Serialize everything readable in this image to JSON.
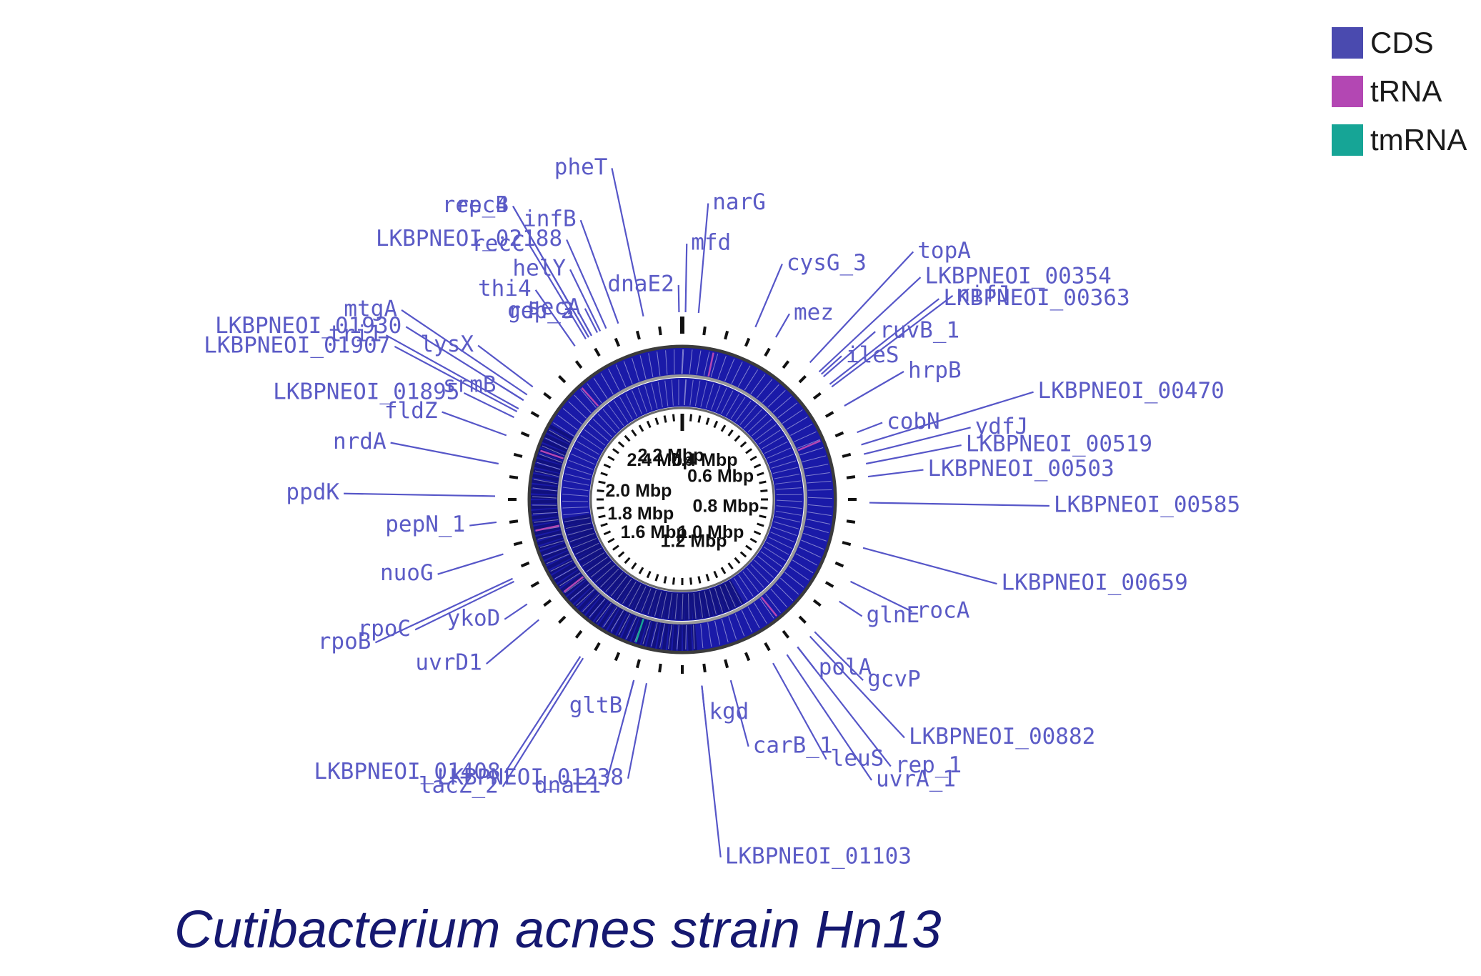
{
  "caption": "Cutibacterium acnes strain Hn13",
  "colors": {
    "cds": "#4a4aaf",
    "trna": "#b347b3",
    "tmrna": "#16a596",
    "ring": "#1a1aa8",
    "ring_dark": "#0b0b5e",
    "label": "#5b5bc6",
    "leader": "#5656c8",
    "caption": "#151870"
  },
  "legend": [
    {
      "name": "CDS",
      "color": "#4a4aaf"
    },
    {
      "name": "tRNA",
      "color": "#b347b3"
    },
    {
      "name": "tmRNA",
      "color": "#16a596"
    }
  ],
  "ticks": {
    "inner_count": 60,
    "inner_major_angle_deg": 0,
    "outer_count": 48,
    "outer_major_angle_deg": 0
  },
  "mbp_labels": [
    {
      "text": "2.4 Mbp",
      "angle_deg": 330
    },
    {
      "text": "2.2 Mbp",
      "angle_deg": 345
    },
    {
      "text": "0.4 Mbp",
      "angle_deg": 30
    },
    {
      "text": "0.6 Mbp",
      "angle_deg": 60
    },
    {
      "text": "2.0 Mbp",
      "angle_deg": 280
    },
    {
      "text": "1.8 Mbp",
      "angle_deg": 250
    },
    {
      "text": "0.8 Mbp",
      "angle_deg": 100
    },
    {
      "text": "1.6 Mbp",
      "angle_deg": 220
    },
    {
      "text": "1.0 Mbp",
      "angle_deg": 140
    },
    {
      "text": "1.2 Mbp",
      "angle_deg": 165
    }
  ],
  "gene_labels": [
    {
      "text": "secA",
      "angle_deg": 333
    },
    {
      "text": "LKBPNEOI_02188",
      "angle_deg": 336
    },
    {
      "text": "recC",
      "angle_deg": 329
    },
    {
      "text": "rep_4",
      "angle_deg": 330
    },
    {
      "text": "rep_3",
      "angle_deg": 331
    },
    {
      "text": "helY",
      "angle_deg": 334
    },
    {
      "text": "infB",
      "angle_deg": 340
    },
    {
      "text": "pheT",
      "angle_deg": 348
    },
    {
      "text": "dnaE2",
      "angle_deg": 359
    },
    {
      "text": "mfd",
      "angle_deg": 1
    },
    {
      "text": "narG",
      "angle_deg": 5
    },
    {
      "text": "recB",
      "angle_deg": 330
    },
    {
      "text": "gdh_2",
      "angle_deg": 331
    },
    {
      "text": "thi4",
      "angle_deg": 325
    },
    {
      "text": "LKBPNEOI_01930",
      "angle_deg": 302
    },
    {
      "text": "tri1",
      "angle_deg": 299
    },
    {
      "text": "LKBPNEOI_01895",
      "angle_deg": 296
    },
    {
      "text": "lysX",
      "angle_deg": 307
    },
    {
      "text": "LKBPNEOI_01907",
      "angle_deg": 298
    },
    {
      "text": "mtgA",
      "angle_deg": 304
    },
    {
      "text": "srmB",
      "angle_deg": 302
    },
    {
      "text": "fldZ",
      "angle_deg": 290
    },
    {
      "text": "nrdA",
      "angle_deg": 281
    },
    {
      "text": "ppdK",
      "angle_deg": 271
    },
    {
      "text": "pepN_1",
      "angle_deg": 263
    },
    {
      "text": "nuoG",
      "angle_deg": 253
    },
    {
      "text": "rpoC",
      "angle_deg": 244
    },
    {
      "text": "rpoB",
      "angle_deg": 245
    },
    {
      "text": "ykoD",
      "angle_deg": 236
    },
    {
      "text": "uvrD1",
      "angle_deg": 230
    },
    {
      "text": "LKBPNEOI_01408",
      "angle_deg": 213
    },
    {
      "text": "lacZ_2",
      "angle_deg": 212
    },
    {
      "text": "gltB",
      "angle_deg": 195
    },
    {
      "text": "LKBPNEOI_01238",
      "angle_deg": 191
    },
    {
      "text": "dnaE1",
      "angle_deg": 195
    },
    {
      "text": "LKBPNEOI_01103",
      "angle_deg": 174
    },
    {
      "text": "kgd",
      "angle_deg": 174
    },
    {
      "text": "carB_1",
      "angle_deg": 165
    },
    {
      "text": "leuS",
      "angle_deg": 151
    },
    {
      "text": "uvrA_1",
      "angle_deg": 146
    },
    {
      "text": "polA",
      "angle_deg": 142
    },
    {
      "text": "gcvP",
      "angle_deg": 135
    },
    {
      "text": "LKBPNEOI_00882",
      "angle_deg": 137
    },
    {
      "text": "rep_1",
      "angle_deg": 142
    },
    {
      "text": "glnE",
      "angle_deg": 123
    },
    {
      "text": "rocA",
      "angle_deg": 116
    },
    {
      "text": "LKBPNEOI_00659",
      "angle_deg": 105
    },
    {
      "text": "LKBPNEOI_00585",
      "angle_deg": 91
    },
    {
      "text": "LKBPNEOI_00503",
      "angle_deg": 83
    },
    {
      "text": "LKBPNEOI_00519",
      "angle_deg": 79
    },
    {
      "text": "ydfJ",
      "angle_deg": 76
    },
    {
      "text": "LKBPNEOI_00470",
      "angle_deg": 73
    },
    {
      "text": "cobN",
      "angle_deg": 69
    },
    {
      "text": "hrpB",
      "angle_deg": 60
    },
    {
      "text": "LKBPNEOI_00363",
      "angle_deg": 52
    },
    {
      "text": "nifJ",
      "angle_deg": 53
    },
    {
      "text": "ileS",
      "angle_deg": 48
    },
    {
      "text": "ruvB_1",
      "angle_deg": 49
    },
    {
      "text": "LKBPNEOI_00354",
      "angle_deg": 47
    },
    {
      "text": "topA",
      "angle_deg": 43
    },
    {
      "text": "mez",
      "angle_deg": 30
    },
    {
      "text": "cysG_3",
      "angle_deg": 23
    }
  ]
}
